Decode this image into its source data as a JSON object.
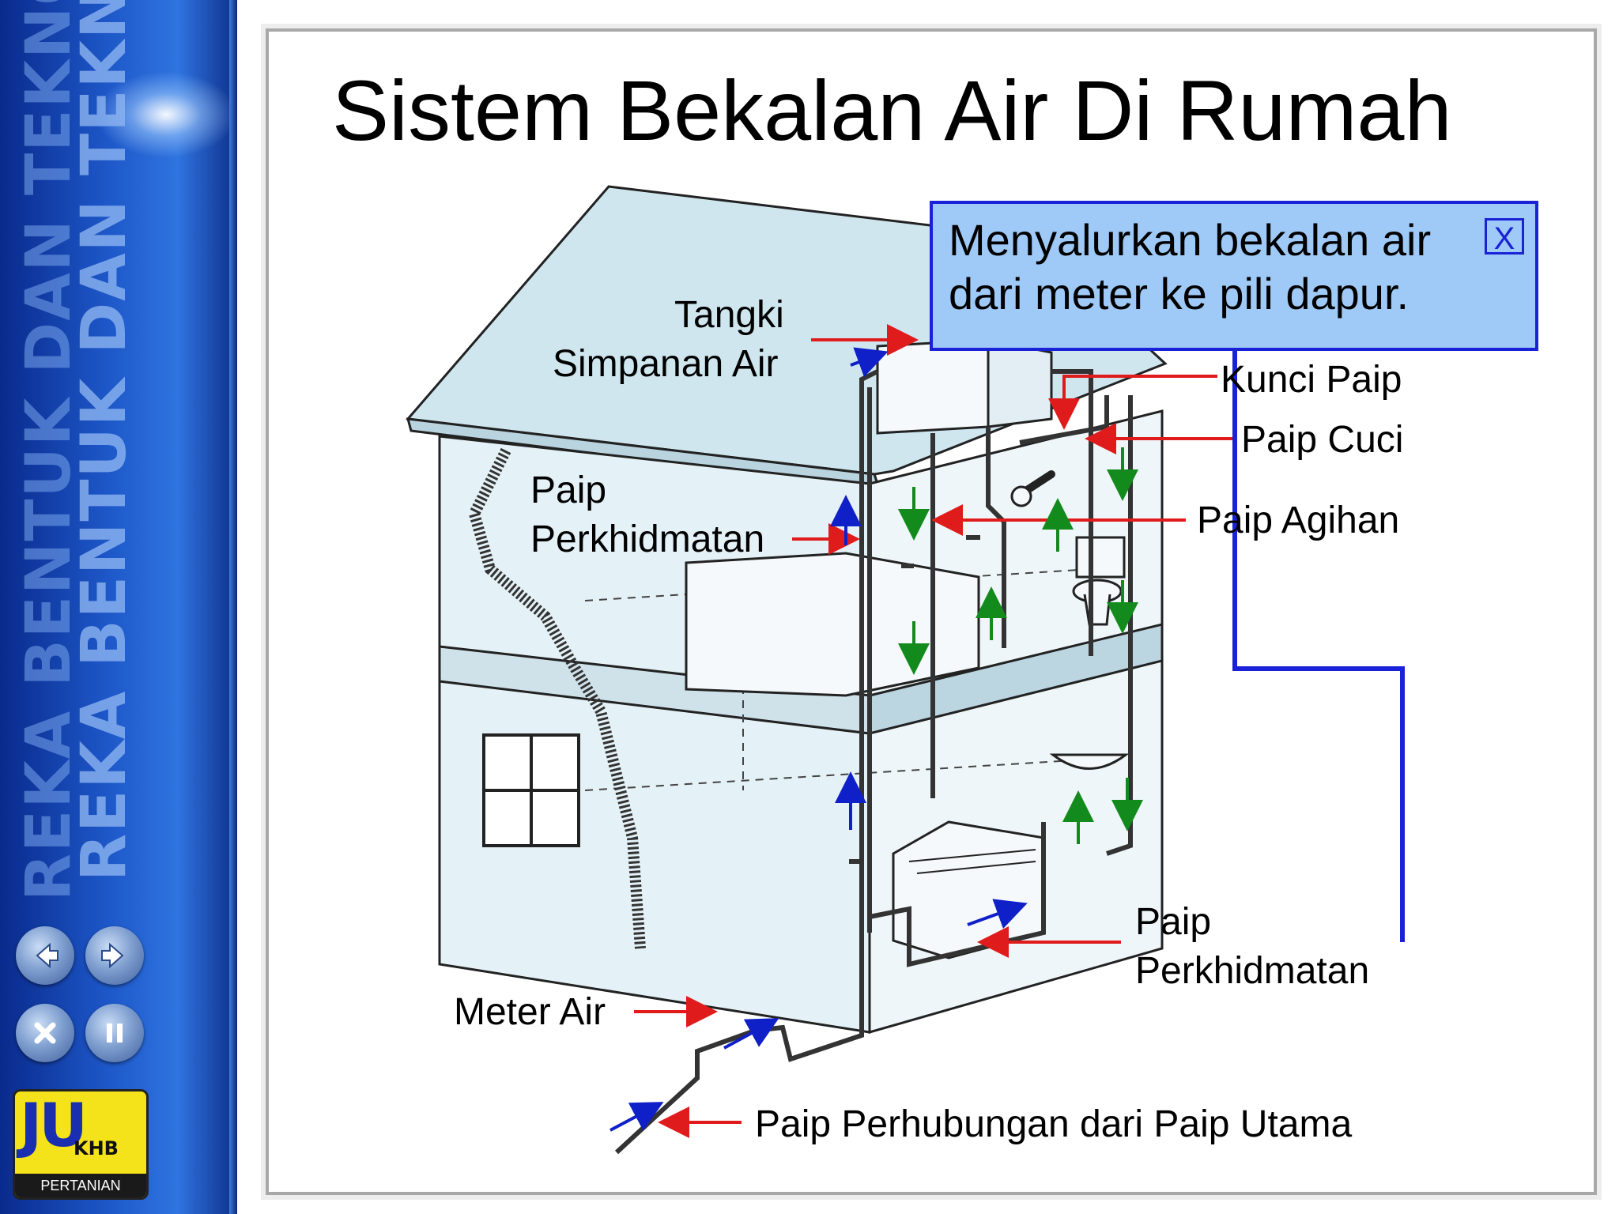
{
  "slide": {
    "title": "Sistem Bekalan Air Di Rumah"
  },
  "sidebar": {
    "watermark_text": "REKA BENTUK DAN TEKNOLOGI",
    "nav_buttons": [
      {
        "icon": "arrow-left-icon"
      },
      {
        "icon": "arrow-right-icon"
      },
      {
        "icon": "close-icon"
      },
      {
        "icon": "pause-icon"
      }
    ],
    "logo": {
      "main": "JU",
      "sub": "KHB",
      "caption": "PERTANIAN"
    }
  },
  "labels": {
    "tangki": "Tangki",
    "simpanan_air": "Simpanan Air",
    "kunci_paip": "Kunci Paip",
    "paip_cuci": "Paip Cuci",
    "paip_1": "Paip",
    "perkhidmatan_1": "Perkhidmatan",
    "paip_agihan": "Paip Agihan",
    "paip_2": "Paip",
    "perkhidmatan_2": "Perkhidmatan",
    "meter_air": "Meter Air",
    "paip_perhubungan": "Paip Perhubungan dari Paip Utama"
  },
  "popup": {
    "line1": "Menyalurkan bekalan air",
    "line2": "dari meter ke pili dapur.",
    "close_label": "X"
  },
  "colors": {
    "label_arrow": "#e01b1b",
    "flow_up": "#1020c8",
    "flow_down": "#138a1c",
    "connector": "#1a22d8",
    "house_fill": "#dfeef5"
  }
}
